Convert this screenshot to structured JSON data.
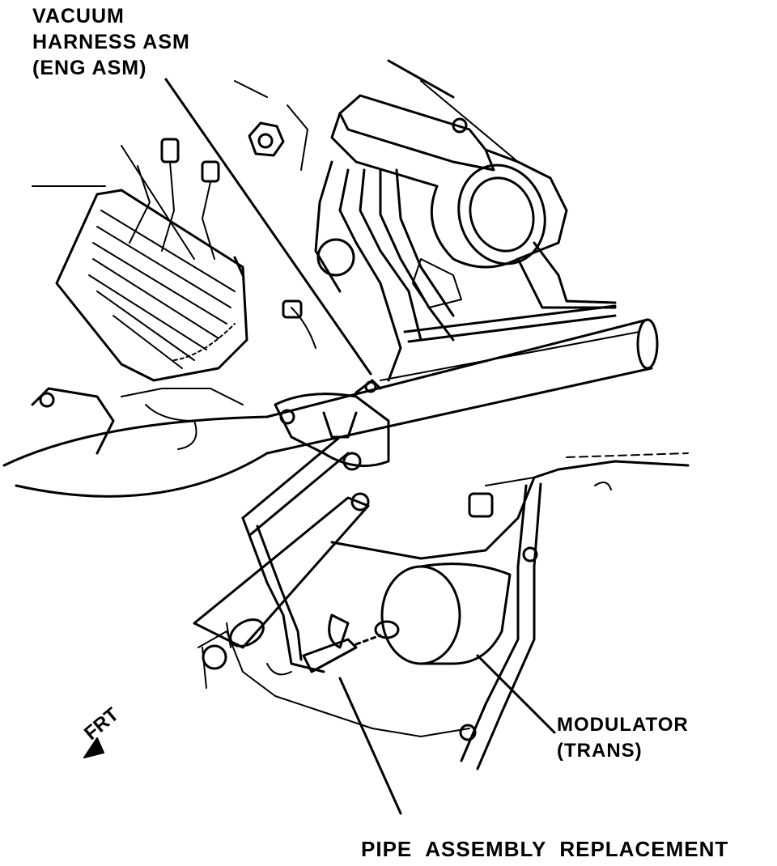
{
  "figure": {
    "callouts": {
      "vacuum_harness": [
        "VACUUM",
        "HARNESS ASM",
        "(ENG ASM)"
      ],
      "modulator": [
        "MODULATOR",
        "(TRANS)"
      ]
    },
    "direction_marker": "FRT",
    "caption": [
      "PIPE",
      "ASSEMBLY",
      "REPLACEMENT"
    ]
  }
}
